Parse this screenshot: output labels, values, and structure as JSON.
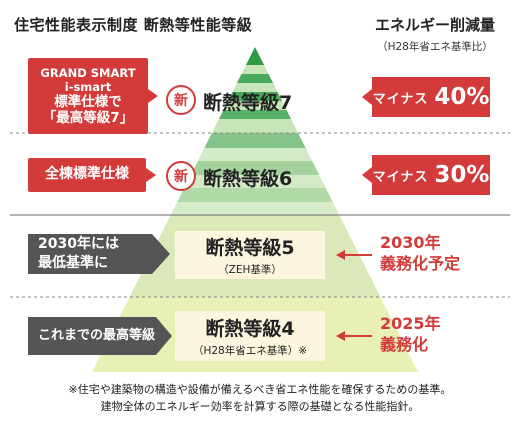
{
  "header": {
    "title": "住宅性能表示制度 断熱等性能等級",
    "reduction_title": "エネルギー削減量",
    "reduction_note": "（H28年省エネ基準比）"
  },
  "levels": {
    "grade7": {
      "badge": "新",
      "label": "断熱等級7",
      "note_lines": [
        "GRAND SMART",
        "i-smart",
        "標準仕様で",
        "「最高等級7」"
      ],
      "reduction_text": "マイナス",
      "reduction_pct": "40%"
    },
    "grade6": {
      "badge": "新",
      "label": "断熱等級6",
      "note": "全棟標準仕様",
      "reduction_text": "マイナス",
      "reduction_pct": "30%"
    },
    "grade5": {
      "label": "断熱等級5",
      "sub": "（ZEH基準）",
      "note_lines": [
        "2030年には",
        "最低基準に"
      ],
      "year_lines": [
        "2030年",
        "義務化予定"
      ]
    },
    "grade4": {
      "label": "断熱等級4",
      "sub": "（H28年省エネ基準）※",
      "note": "これまでの最高等級",
      "year_lines": [
        "2025年",
        "義務化"
      ]
    }
  },
  "footnote": {
    "line1": "※住宅や建築物の構造や設備が備えるべき省エネ性能を確保するための基準。",
    "line2": "建物全体のエネルギー効率を計算する際の基礎となる性能指針。"
  },
  "colors": {
    "accent_red": "#d33a3a",
    "pyramid_dark_green": "#2f9a44",
    "pyramid_mid_green": "#b6dba7",
    "pyramid_light_green": "#dbe9b9",
    "pyramid_yellow_green": "#e9f0b6",
    "gray_box": "#555555",
    "divider": "#888888"
  }
}
